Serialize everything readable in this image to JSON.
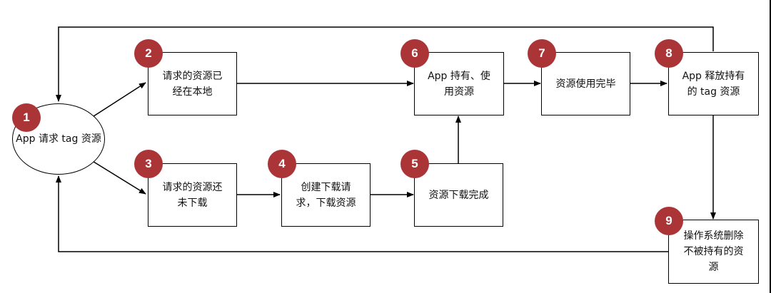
{
  "colors": {
    "badge": "#ab3437",
    "stroke": "#000000"
  },
  "nodes": {
    "n1": {
      "num": "1",
      "lines": [
        "App 请求",
        "tag 资源"
      ]
    },
    "n2": {
      "num": "2",
      "lines": [
        "请求的资源已",
        "经在本地"
      ]
    },
    "n3": {
      "num": "3",
      "lines": [
        "请求的资源还",
        "未下载"
      ]
    },
    "n4": {
      "num": "4",
      "lines": [
        "创建下载请",
        "求，下载资源"
      ]
    },
    "n5": {
      "num": "5",
      "lines": [
        "资源下载完成"
      ]
    },
    "n6": {
      "num": "6",
      "lines": [
        "App 持有、使",
        "用资源"
      ]
    },
    "n7": {
      "num": "7",
      "lines": [
        "资源使用完毕"
      ]
    },
    "n8": {
      "num": "8",
      "lines": [
        "App 释放持有",
        "的 tag 资源"
      ]
    },
    "n9": {
      "num": "9",
      "lines": [
        "操作系统删除",
        "不被持有的资",
        "源"
      ]
    }
  },
  "edges": [
    [
      "n1",
      "n2"
    ],
    [
      "n1",
      "n3"
    ],
    [
      "n2",
      "n6"
    ],
    [
      "n3",
      "n4"
    ],
    [
      "n4",
      "n5"
    ],
    [
      "n5",
      "n6"
    ],
    [
      "n6",
      "n7"
    ],
    [
      "n7",
      "n8"
    ],
    [
      "n8",
      "n9"
    ],
    [
      "n8",
      "n1"
    ],
    [
      "n9",
      "n1"
    ]
  ]
}
